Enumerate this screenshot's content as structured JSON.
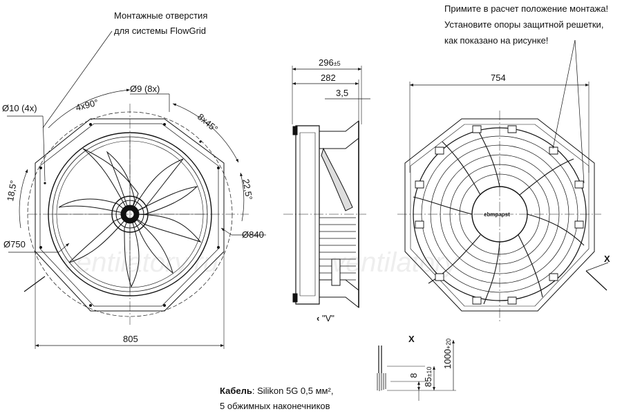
{
  "notes": {
    "mounting_holes": [
      "Монтажные отверстия",
      "для системы FlowGrid"
    ],
    "mounting_warning": [
      "Примите в расчет положение монтажа!",
      "Установите опоры защитной решетки,",
      "как показано на рисунке!"
    ],
    "cable_label": "Кабель",
    "cable_spec": ": Silikon 5G 0,5 мм²,",
    "cable_terminals": "5 обжимных наконечников"
  },
  "front_view": {
    "dim_hole10": "Ø10 (4x)",
    "dim_angle_4x90": "4x90°",
    "dim_hole9": "Ø9 (8x)",
    "dim_angle_8x45": "8x45°",
    "dim_angle_18_5": "18,5°",
    "dim_angle_22_5": "22,5°",
    "dim_dia750": "Ø750",
    "dim_dia840": "Ø840",
    "dim_width805": "805"
  },
  "side_view": {
    "dim_296": "296",
    "dim_296_tol": "±5",
    "dim_282": "282",
    "dim_3_5": "3,5",
    "view_label": "\"V\"",
    "view_arrow": "‹"
  },
  "rear_view": {
    "dim_754": "754",
    "brand_text": "ebmpapst",
    "section_x": "X"
  },
  "detail_x": {
    "title": "X",
    "dim_8": "8",
    "dim_85": "85",
    "dim_85_tol": "±10",
    "dim_1000": "1000",
    "dim_1000_tol": "+20"
  },
  "watermark": [
    "ventilatory.ru",
    "ventilatory"
  ]
}
